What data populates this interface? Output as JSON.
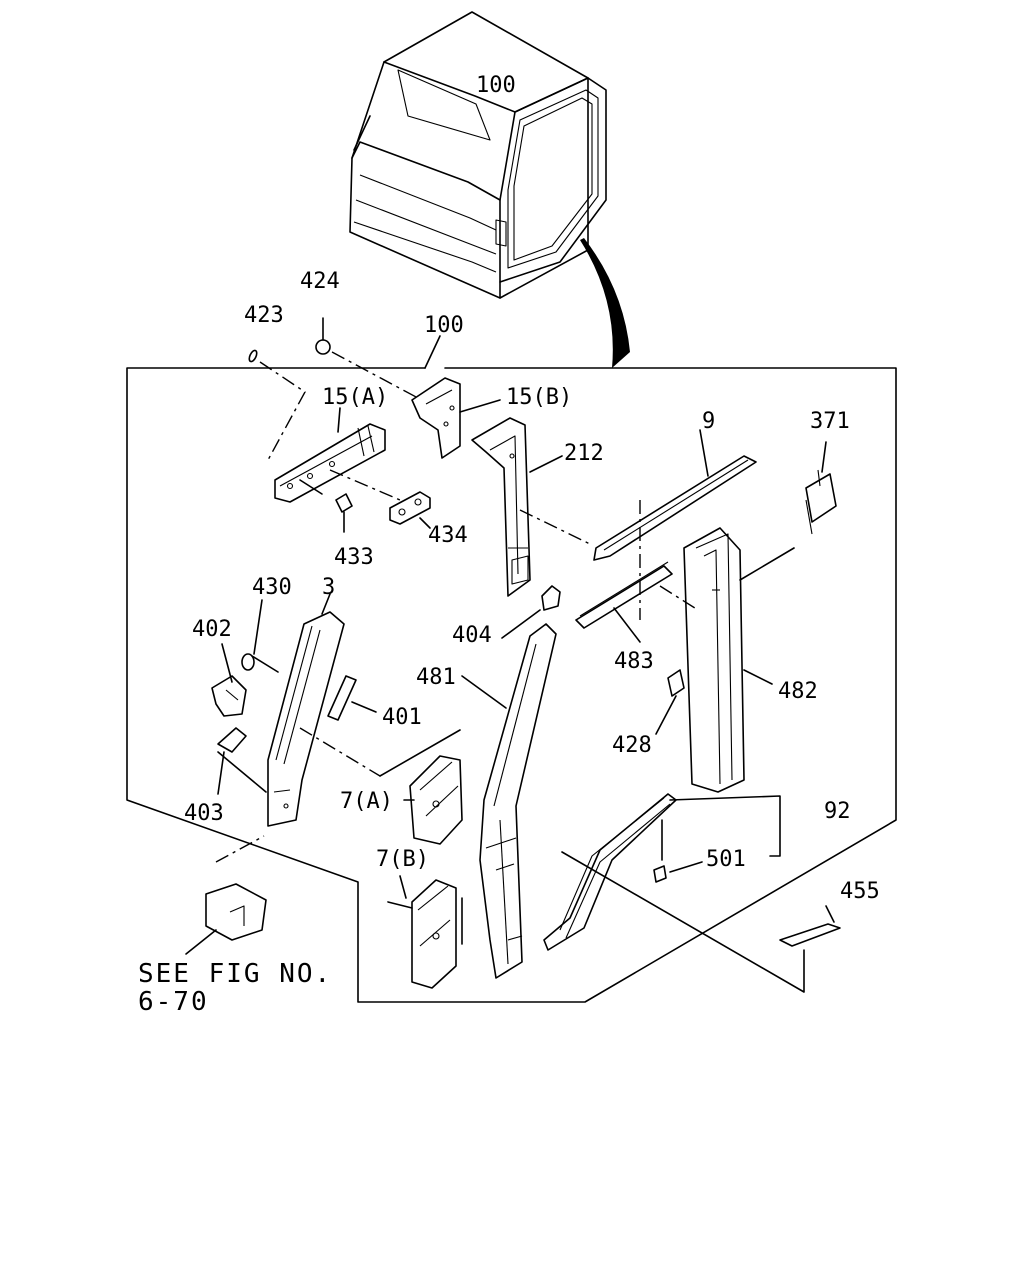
{
  "callouts": {
    "cab_top": "100",
    "cab_group": "100",
    "p423": "423",
    "p424": "424",
    "p15a": "15(A)",
    "p15b": "15(B)",
    "p212": "212",
    "p9": "9",
    "p371": "371",
    "p433": "433",
    "p434": "434",
    "p430": "430",
    "p3": "3",
    "p402": "402",
    "p401": "401",
    "p404": "404",
    "p481": "481",
    "p483": "483",
    "p482": "482",
    "p428": "428",
    "p403": "403",
    "p7a": "7(A)",
    "p92": "92",
    "p7b": "7(B)",
    "p501": "501",
    "p455": "455"
  },
  "reference": {
    "line1": "SEE FIG NO.",
    "line2": "6-70"
  }
}
